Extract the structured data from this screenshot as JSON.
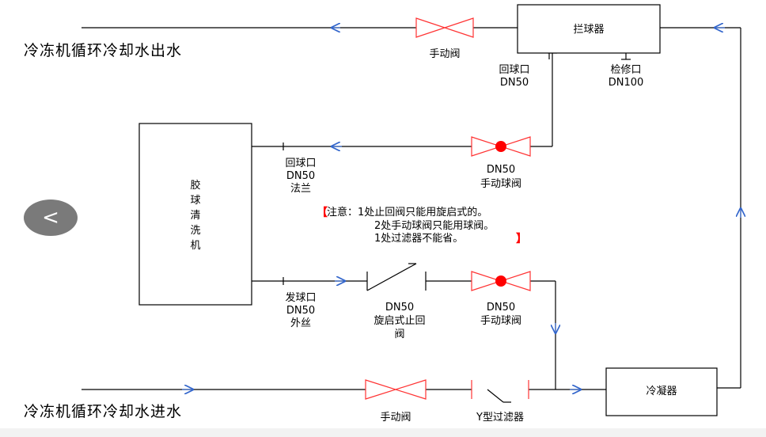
{
  "labels": {
    "chiller_out": "冷冻机循环冷却水出水",
    "chiller_in": "冷冻机循环冷却水进水",
    "manual_valve_top": "手动阀",
    "manual_valve_bottom": "手动阀",
    "ball_catcher": "拦球器",
    "return_port_top_1": "回球口",
    "return_port_top_2": "DN50",
    "service_port_1": "检修口",
    "service_port_2": "DN100",
    "cleaner_chars": [
      "胶",
      "球",
      "清",
      "洗",
      "机"
    ],
    "return_port_left_1": "回球口",
    "return_port_left_2": "DN50",
    "return_port_left_3": "法兰",
    "ball_valve_upper_1": "DN50",
    "ball_valve_upper_2": "手动球阀",
    "note_open": "【",
    "note_line1": "注意：1处止回阀只能用旋启式的。",
    "note_line2": "2处手动球阀只能用球阀。",
    "note_line3": "1处过滤器不能省。",
    "note_close": "】",
    "send_port_1": "发球口",
    "send_port_2": "DN50",
    "send_port_3": "外丝",
    "check_valve_1": "DN50",
    "check_valve_2": "旋启式止回",
    "check_valve_3": "阀",
    "ball_valve_lower_1": "DN50",
    "ball_valve_lower_2": "手动球阀",
    "y_filter": "Y型过滤器",
    "condenser": "冷凝器",
    "back_symbol": "<"
  },
  "colors": {
    "pipe": "#000000",
    "flow_arrow": "#3366cc",
    "valve": "#ff3333",
    "ball": "#ff0000",
    "note_bracket": "#ff0000"
  },
  "icons": {
    "back": "chevron-left-icon"
  }
}
